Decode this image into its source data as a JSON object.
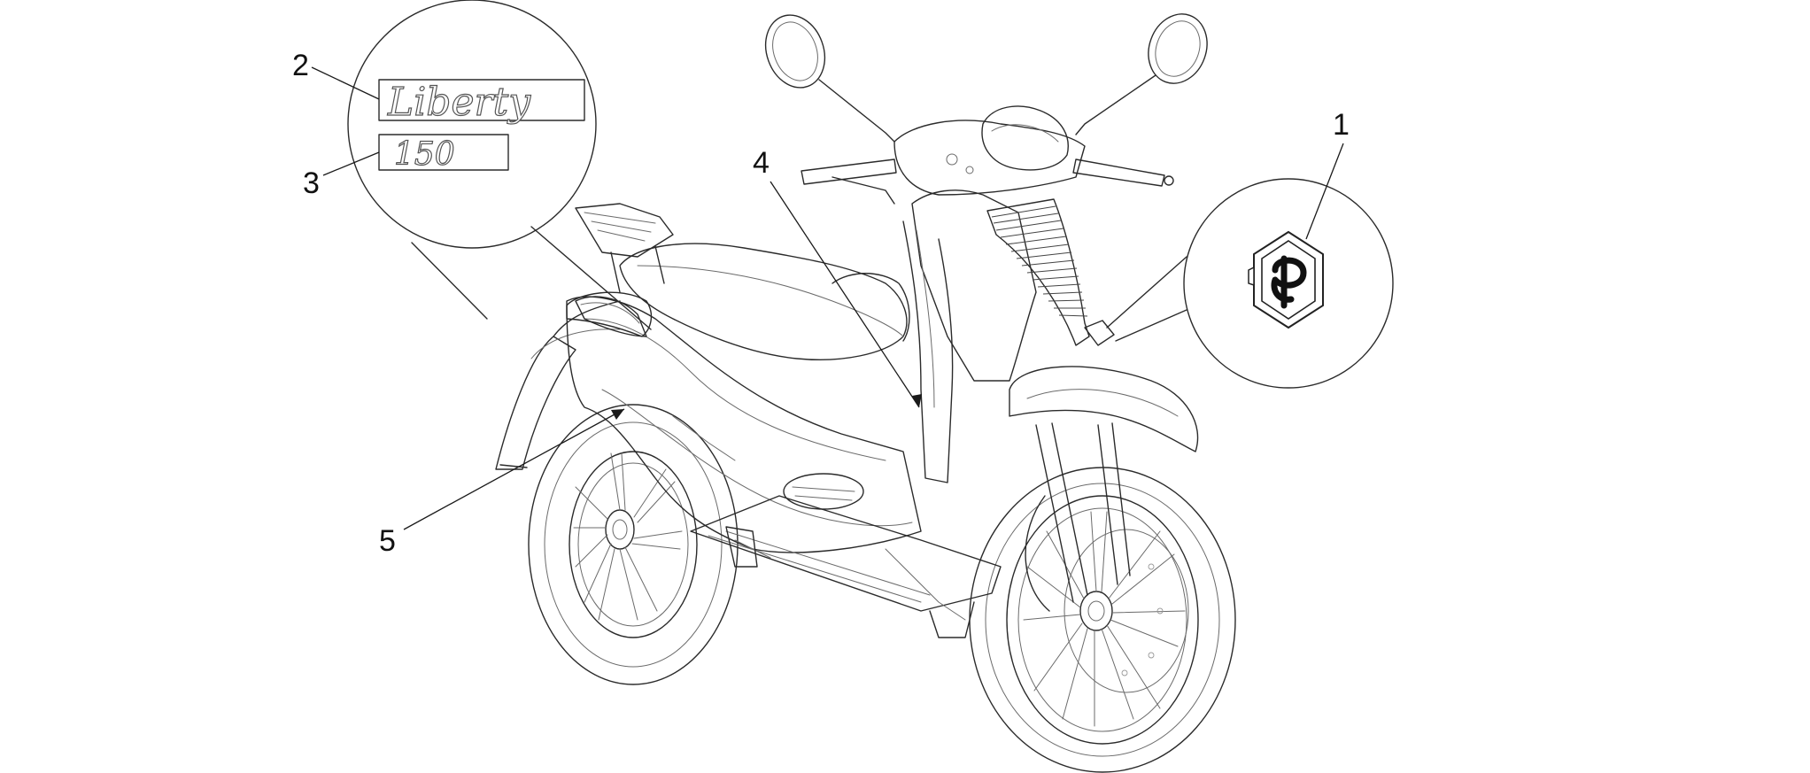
{
  "callouts": [
    {
      "id": "1",
      "label": "1"
    },
    {
      "id": "2",
      "label": "2"
    },
    {
      "id": "3",
      "label": "3"
    },
    {
      "id": "4",
      "label": "4"
    },
    {
      "id": "5",
      "label": "5"
    }
  ],
  "badges": {
    "model_name": "Liberty",
    "displacement": "150",
    "logo_icon": "piaggio-logo-icon"
  },
  "colors": {
    "line": "#2b2b2b",
    "background": "#ffffff"
  }
}
